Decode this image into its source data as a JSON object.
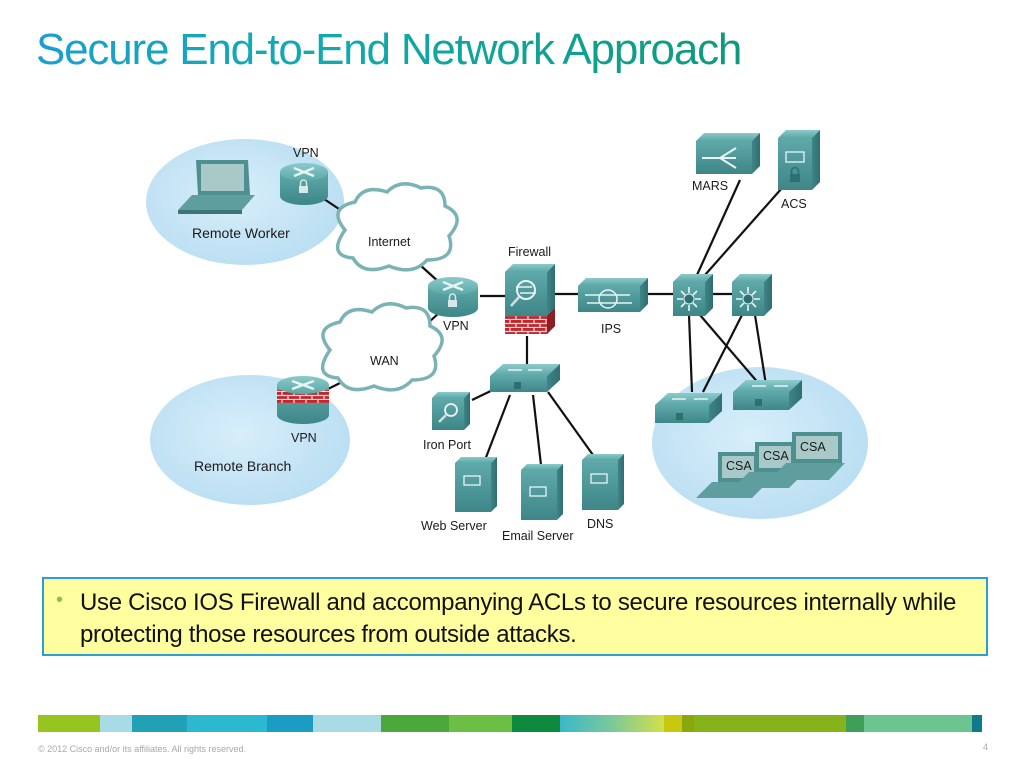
{
  "slide": {
    "title": "Secure End-to-End Network Approach",
    "callout": {
      "bullet": "•",
      "text": "Use Cisco IOS Firewall and accompanying ACLs to secure resources internally while protecting those resources from outside attacks."
    },
    "footer": {
      "copyright": "© 2012 Cisco and/or its affiliates. All rights reserved.",
      "page_number": "4",
      "color_bar": [
        "#97c41e",
        "#a9dbe6",
        "#20a1b5",
        "#2bb8d0",
        "#1a9cc4",
        "#a9dbe6",
        "#4aa93a",
        "#6bbf44",
        "#0e8a3e",
        "gradient",
        "#c8c810",
        "#8aa80e",
        "#86b21a",
        "#3f9e5a",
        "#6cc490",
        "#0e7a8a"
      ]
    }
  },
  "diagram": {
    "zones": {
      "remote_worker": "Remote Worker",
      "remote_branch": "Remote Branch"
    },
    "clouds": {
      "internet": "Internet",
      "wan": "WAN"
    },
    "devices": {
      "vpn_worker": "VPN",
      "vpn_hq": "VPN",
      "vpn_branch": "VPN",
      "firewall": "Firewall",
      "ips": "IPS",
      "mars": "MARS",
      "acs": "ACS",
      "iron_port": "Iron Port",
      "web_server": "Web Server",
      "email_server": "Email Server",
      "dns": "DNS",
      "csa": [
        "CSA",
        "CSA",
        "CSA"
      ]
    },
    "colors": {
      "device": "#4e9a9c",
      "zone": "#cfe8f6",
      "brick": "#b8282e",
      "link": "#111111"
    }
  }
}
